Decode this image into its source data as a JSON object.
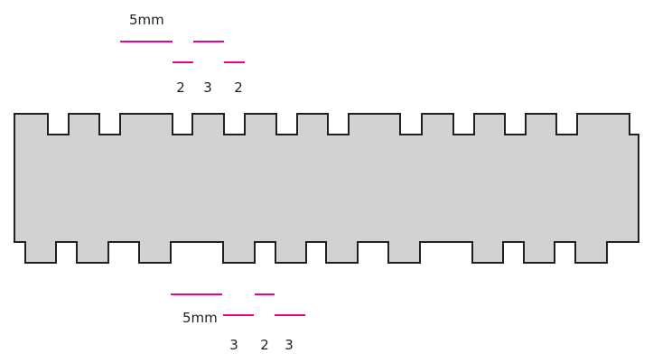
{
  "colors": {
    "fill": "#d1d2d4",
    "outline": "#231f20",
    "dimension": "#ec008c"
  },
  "top_annotation": {
    "unit_label": "5mm",
    "segment_labels": [
      "2",
      "3",
      "2"
    ]
  },
  "bottom_annotation": {
    "unit_label": "5mm",
    "segment_labels": [
      "3",
      "2",
      "3"
    ]
  }
}
